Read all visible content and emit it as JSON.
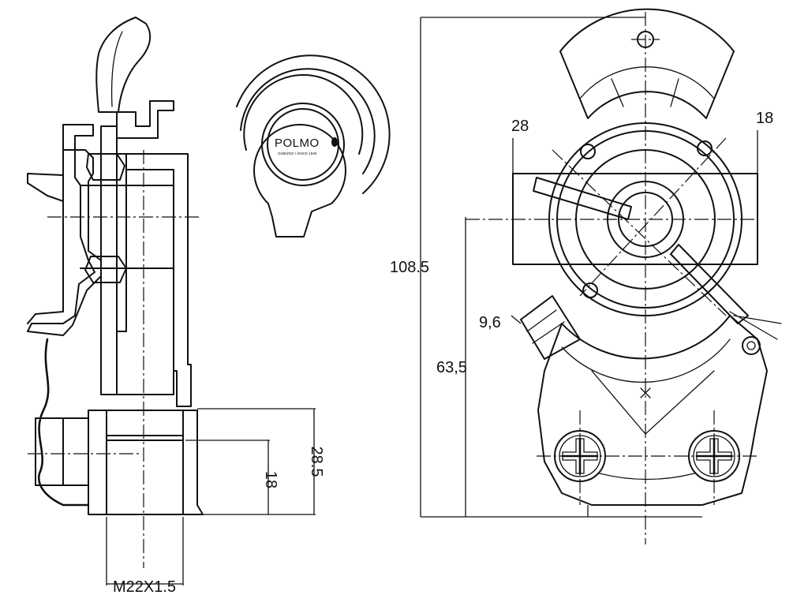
{
  "logo": {
    "brand": "POLMO",
    "tagline": "GNIEZNO / SINCE 1949"
  },
  "left_view": {
    "dimensions": {
      "length_28_5": "28.5",
      "length_18": "18",
      "thread": "M22X1.5"
    }
  },
  "right_view": {
    "dimensions": {
      "height_108_5": "108.5",
      "height_63_5": "63,5",
      "offset_28": "28",
      "offset_18": "18",
      "diameter_9_6": "9,6"
    }
  },
  "colors": {
    "line": "#111111",
    "background": "#ffffff"
  }
}
